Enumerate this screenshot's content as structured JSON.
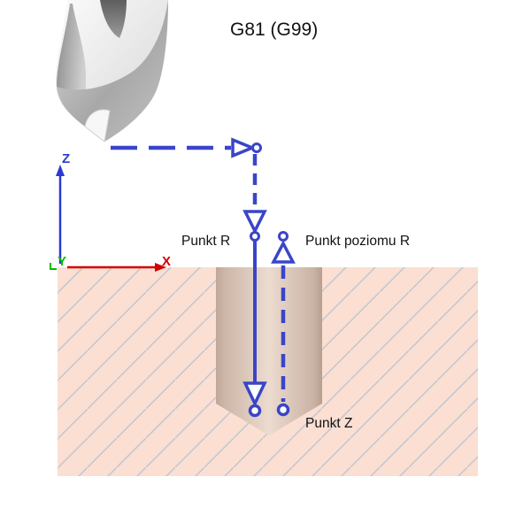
{
  "title": "G81 (G99)",
  "diagram": {
    "labels": {
      "punkt_r": "Punkt R",
      "punkt_poziomu_r": "Punkt poziomu R",
      "punkt_z": "Punkt Z"
    },
    "axes": {
      "x_label": "X",
      "y_label": "Y",
      "z_label": "Z"
    }
  },
  "images": {
    "drill_bit": "twist-drill-bit-photo"
  },
  "colors": {
    "path_blue": "#3a45c8",
    "axis_x_red": "#d40000",
    "axis_y_green": "#00bf00",
    "axis_z_blue": "#2a3ad0",
    "material_fill": "#fbdfd2",
    "hatch_line": "#c6c6d0",
    "hole_edge": "#bfa798",
    "hole_center": "#ecdbcf",
    "text": "#111111"
  }
}
